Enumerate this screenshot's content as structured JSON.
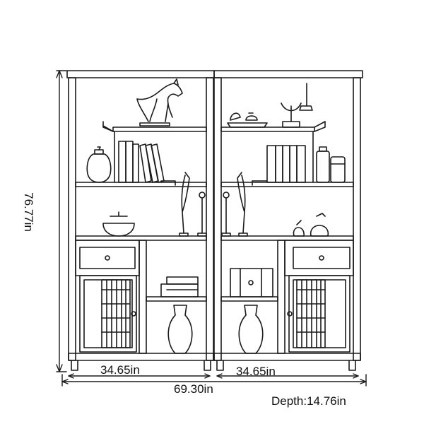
{
  "dimensions": {
    "height": "76.77in",
    "width_left": "34.65in",
    "width_right": "34.65in",
    "width_total": "69.30in",
    "depth": "Depth:14.76in"
  },
  "colors": {
    "line": "#1a1a1a",
    "background": "#ffffff"
  },
  "icons": [
    "horse-statue-icon",
    "tea-set-icon",
    "candelabra-icon",
    "book-icon",
    "jar-icon",
    "vase-icon",
    "bird-ornament-icon",
    "bowl-icon",
    "crane-figurine-icon",
    "drawer-knob-icon"
  ]
}
